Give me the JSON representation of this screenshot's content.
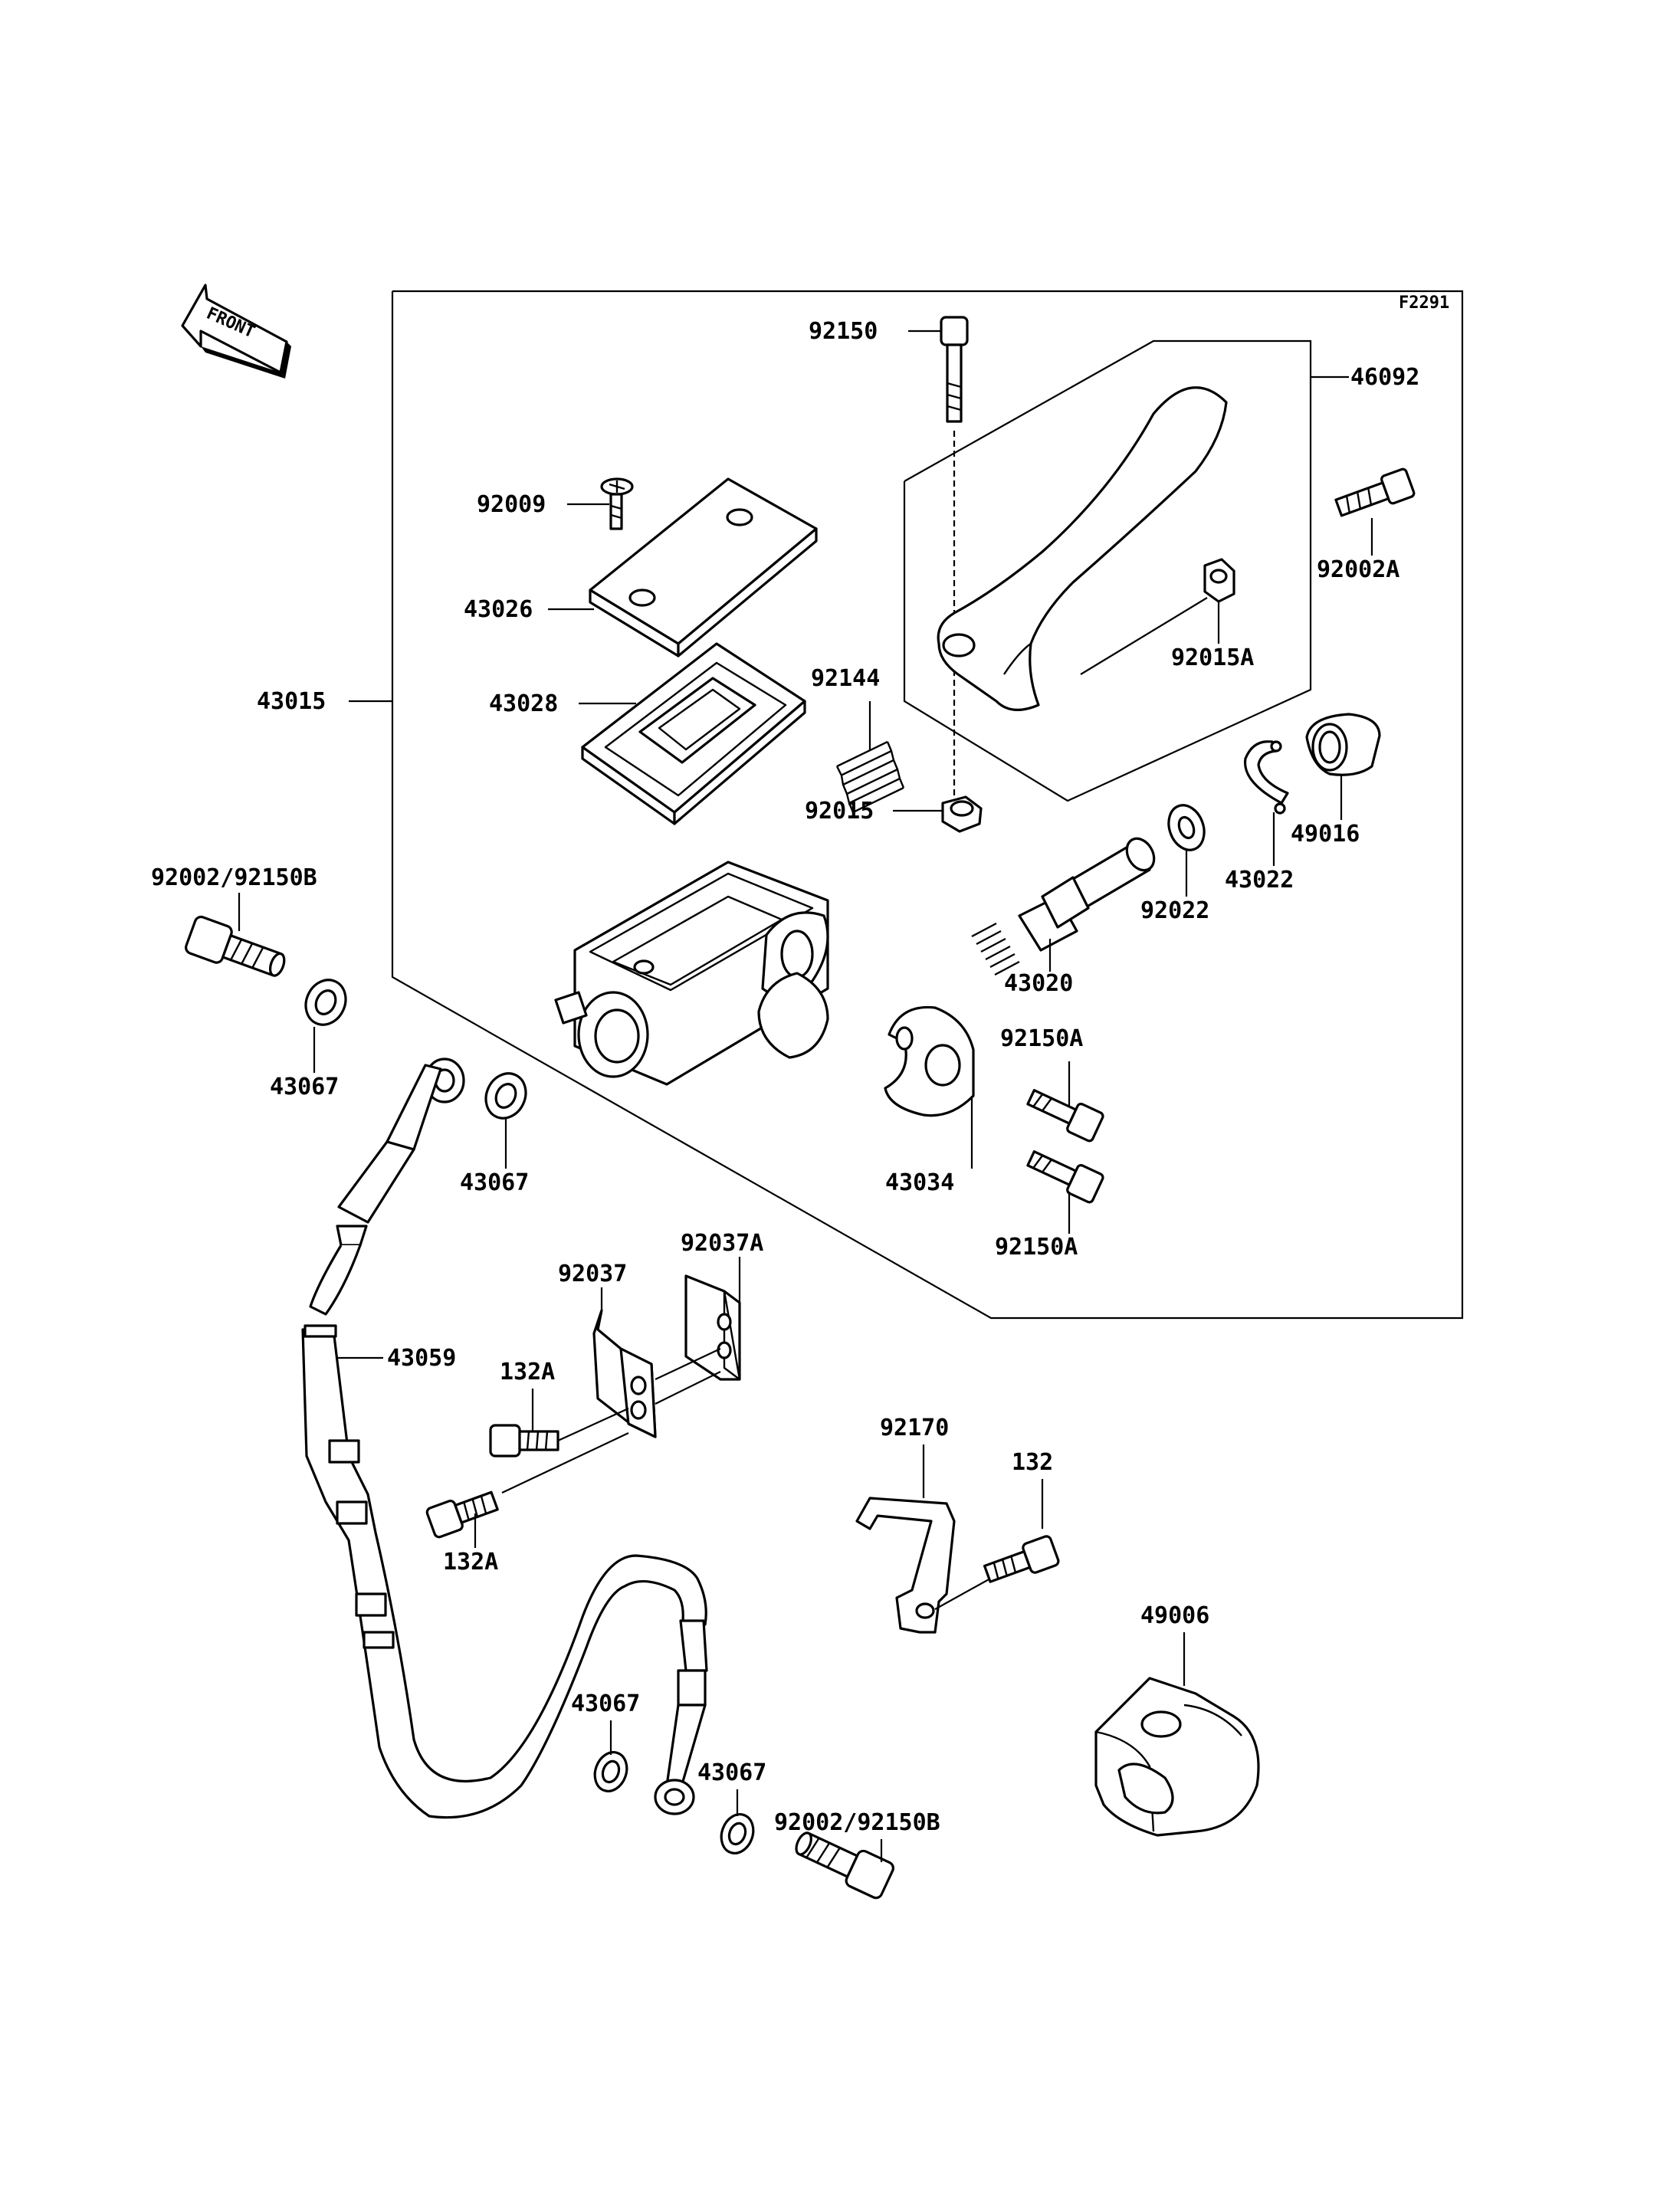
{
  "figure_code": "F2291",
  "front_label": "FRONT",
  "labels": {
    "p92150": "92150",
    "p46092": "46092",
    "p92009": "92009",
    "p92002A": "92002A",
    "p43026": "43026",
    "p92015A": "92015A",
    "p43015": "43015",
    "p43028": "43028",
    "p92144": "92144",
    "p92015": "92015",
    "p49016": "49016",
    "p43022": "43022",
    "p92022": "92022",
    "p92002_92150B_top": "92002/92150B",
    "p43020": "43020",
    "p92150A_top": "92150A",
    "p43067_left": "43067",
    "p43067_mid": "43067",
    "p43034": "43034",
    "p92150A_bottom": "92150A",
    "p92037A": "92037A",
    "p92037": "92037",
    "p43059": "43059",
    "p132A_top": "132A",
    "p92170": "92170",
    "p132": "132",
    "p132A_bottom": "132A",
    "p49006": "49006",
    "p43067_low1": "43067",
    "p43067_low2": "43067",
    "p92002_92150B_bottom": "92002/92150B"
  }
}
